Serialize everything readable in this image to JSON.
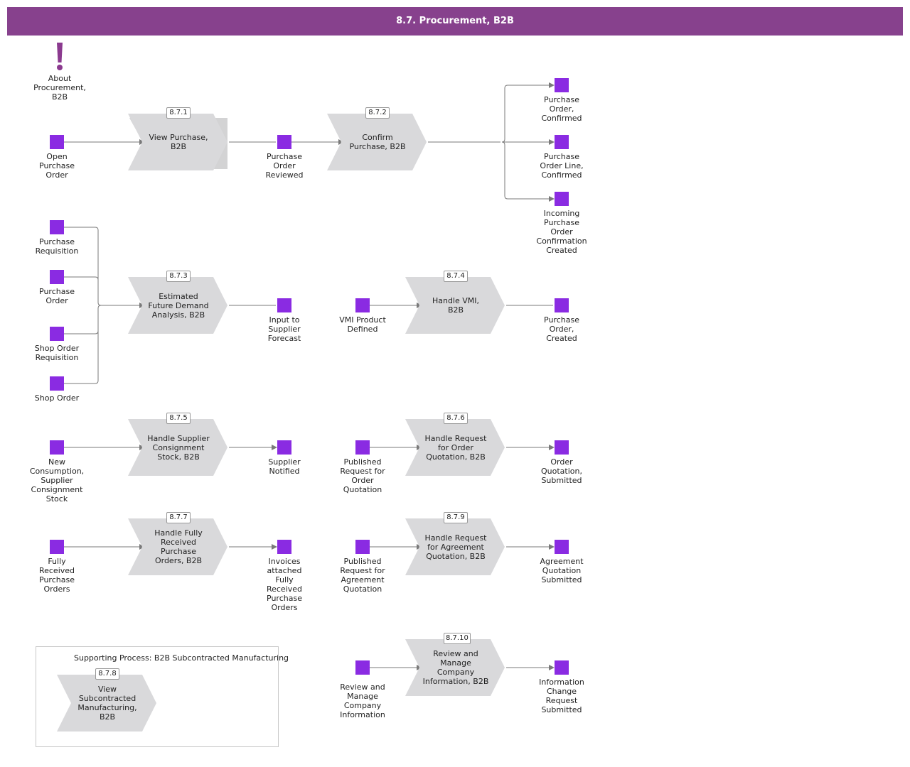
{
  "title": "8.7. Procurement, B2B",
  "about": {
    "label": "About\nProcurement,\nB2B"
  },
  "processes": {
    "p871": {
      "id": "8.7.1",
      "label": "View Purchase,\nB2B"
    },
    "p872": {
      "id": "8.7.2",
      "label": "Confirm\nPurchase, B2B"
    },
    "p873": {
      "id": "8.7.3",
      "label": "Estimated\nFuture Demand\nAnalysis, B2B"
    },
    "p874": {
      "id": "8.7.4",
      "label": "Handle VMI,\nB2B"
    },
    "p875": {
      "id": "8.7.5",
      "label": "Handle Supplier\nConsignment\nStock, B2B"
    },
    "p876": {
      "id": "8.7.6",
      "label": "Handle Request\nfor Order\nQuotation, B2B"
    },
    "p877": {
      "id": "8.7.7",
      "label": "Handle Fully\nReceived\nPurchase\nOrders, B2B"
    },
    "p878": {
      "id": "8.7.8",
      "label": "View\nSubcontracted\nManufacturing,\nB2B"
    },
    "p879": {
      "id": "8.7.9",
      "label": "Handle Request\nfor Agreement\nQuotation, B2B"
    },
    "p8710": {
      "id": "8.7.10",
      "label": "Review and\nManage\nCompany\nInformation, B2B"
    }
  },
  "events": {
    "open_po": "Open\nPurchase\nOrder",
    "po_reviewed": "Purchase\nOrder\nReviewed",
    "po_confirmed": "Purchase\nOrder,\nConfirmed",
    "pol_confirmed": "Purchase\nOrder Line,\nConfirmed",
    "incoming_poc": "Incoming\nPurchase\nOrder\nConfirmation\nCreated",
    "purchase_requisition": "Purchase\nRequisition",
    "purchase_order": "Purchase\nOrder",
    "shop_order_requisition": "Shop Order\nRequisition",
    "shop_order": "Shop Order",
    "input_forecast": "Input to\nSupplier\nForecast",
    "vmi_defined": "VMI Product\nDefined",
    "po_created": "Purchase\nOrder,\nCreated",
    "new_consumption": "New\nConsumption,\nSupplier\nConsignment\nStock",
    "supplier_notified": "Supplier\nNotified",
    "published_rfq": "Published\nRequest for\nOrder\nQuotation",
    "order_quotation": "Order\nQuotation,\nSubmitted",
    "fully_received": "Fully\nReceived\nPurchase\nOrders",
    "invoices_attached": "Invoices\nattached\nFully\nReceived\nPurchase\nOrders",
    "published_raq": "Published\nRequest for\nAgreement\nQuotation",
    "agreement_quotation": "Agreement\nQuotation\nSubmitted",
    "review_manage": "Review and\nManage\nCompany\nInformation",
    "info_change": "Information\nChange\nRequest\nSubmitted"
  },
  "supporting": {
    "title": "Supporting Process: B2B Subcontracted Manufacturing"
  },
  "colors": {
    "header": "#87418d",
    "event": "#8a2be2",
    "process": "#d9d9db",
    "connector": "#7a7a7a"
  }
}
